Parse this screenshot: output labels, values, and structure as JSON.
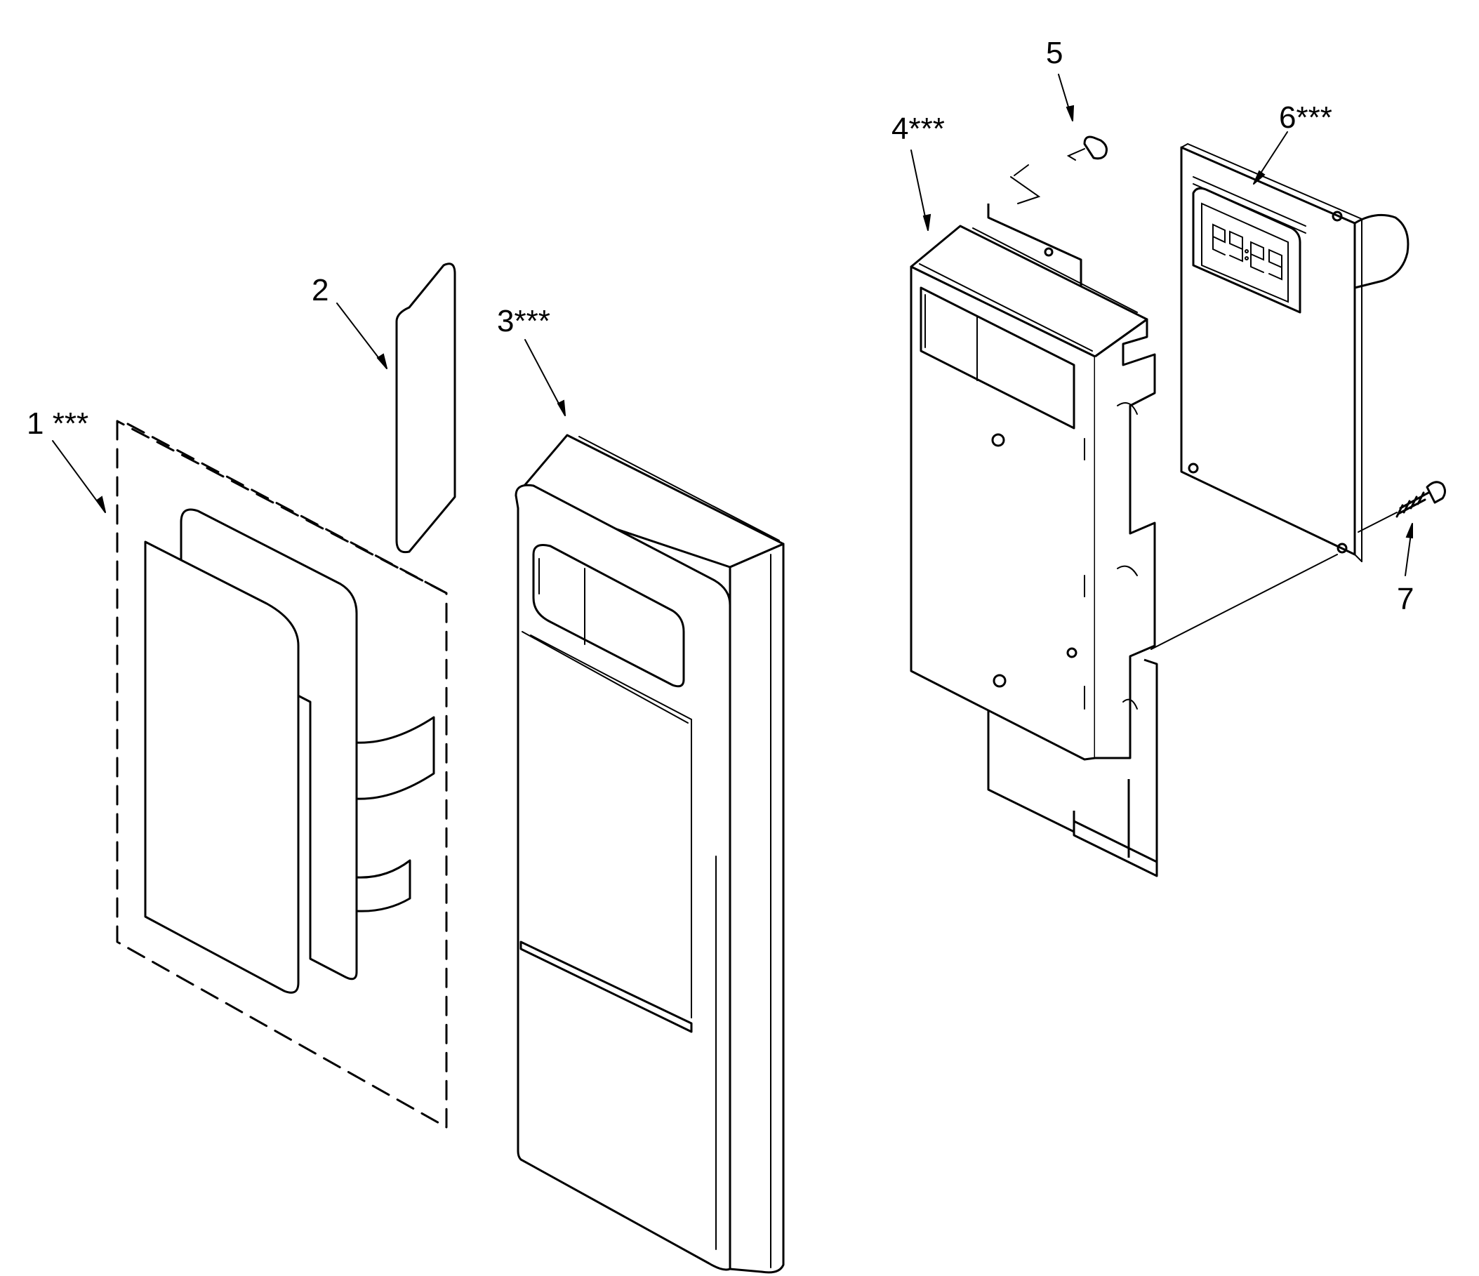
{
  "callouts": {
    "c1": "1 ***",
    "c2": "2",
    "c3": "3***",
    "c4": "4***",
    "c5": "5",
    "c6": "6***",
    "c7": "7"
  },
  "parts": [
    {
      "id": "1",
      "name": "overlay-and-insert-set"
    },
    {
      "id": "2",
      "name": "window-insert"
    },
    {
      "id": "3",
      "name": "control-panel-frame"
    },
    {
      "id": "4",
      "name": "control-bracket"
    },
    {
      "id": "5",
      "name": "screw"
    },
    {
      "id": "6",
      "name": "electronic-control-board"
    },
    {
      "id": "7",
      "name": "screw"
    }
  ]
}
